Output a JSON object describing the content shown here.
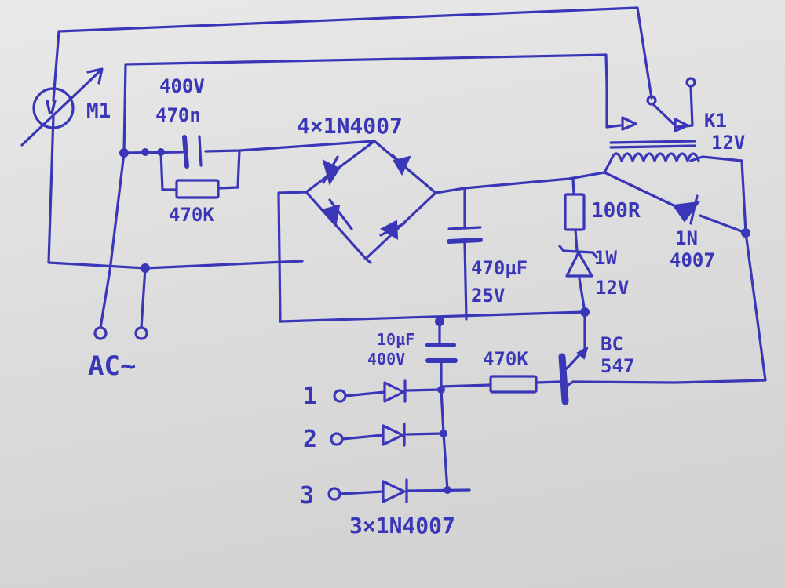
{
  "labels": {
    "voltmeter_symbol": "V",
    "meter": "M1",
    "cap_voltage": "400V",
    "cap_value": "470n",
    "bridge": "4×1N4007",
    "relay": "K1",
    "relay_voltage": "12V",
    "resistor_470k_top": "470K",
    "resistor_100r": "100R",
    "diode_1n": "1N",
    "diode_4007": "4007",
    "filter_cap_value": "470µF",
    "filter_cap_voltage": "25V",
    "zener_power": "1W",
    "zener_voltage": "12V",
    "transistor_bc": "BC",
    "transistor_547": "547",
    "cap_10uf": "10µF",
    "cap_10uf_voltage": "400V",
    "resistor_470k_base": "470K",
    "ac": "AC~",
    "input_1": "1",
    "input_2": "2",
    "input_3": "3",
    "diodes_inputs": "3×1N4007"
  },
  "colors": {
    "ink": "#3a36b8",
    "paper": "#dedede"
  }
}
